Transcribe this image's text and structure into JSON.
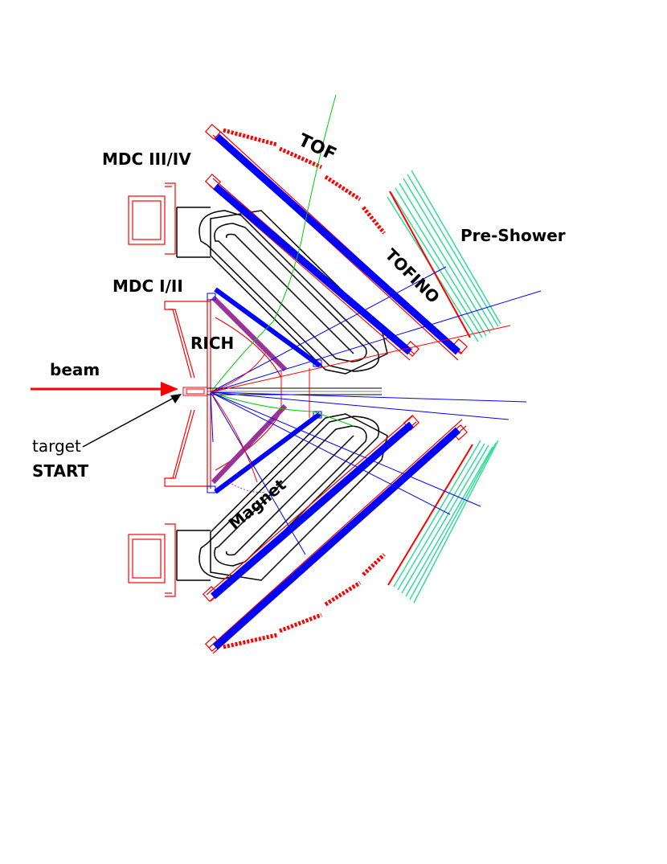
{
  "labels": {
    "tof": "TOF",
    "mdc_outer": "MDC III/IV",
    "pre_shower": "Pre-Shower",
    "tofino": "TOFINO",
    "mdc_inner": "MDC I/II",
    "rich": "RICH",
    "beam": "beam",
    "target": "target",
    "start": "START",
    "magnet": "Magnet"
  },
  "colors": {
    "frame_red": "#ff0000",
    "mdc_blue": "#0000ff",
    "track_blue": "#0000ff",
    "track_green": "#00cc00",
    "shower_green": "#33dd99",
    "rich_purple": "#993399",
    "outline_black": "#000000",
    "beam_arrow": "#ff0000"
  }
}
